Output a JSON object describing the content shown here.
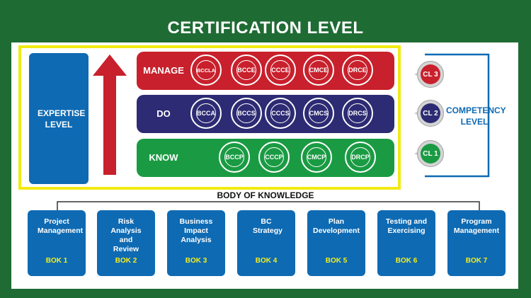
{
  "title": "CERTIFICATION LEVEL",
  "expertise_label": "EXPERTISE LEVEL",
  "competency_label": "COMPETENCY LEVEL",
  "body_of_knowledge_label": "BODY OF KNOWLEDGE",
  "colors": {
    "background_green": "#1f6b34",
    "manage_red": "#c8202c",
    "do_navy": "#2d2b73",
    "know_green": "#1a9b43",
    "blue": "#0e6ab3",
    "highlight_yellow": "#f2ea12",
    "bok_code_yellow": "#f6ee1a"
  },
  "bands": [
    {
      "label": "MANAGE",
      "certs": [
        "BCCLA",
        "BCCE",
        "CCCE",
        "CMCE",
        "DRCE"
      ]
    },
    {
      "label": "DO",
      "certs": [
        "BCCA",
        "BCCS",
        "CCCS",
        "CMCS",
        "DRCS"
      ]
    },
    {
      "label": "KNOW",
      "certs": [
        "BCCP",
        "CCCP",
        "CMCP",
        "DRCP"
      ]
    }
  ],
  "competency_levels": [
    "CL 3",
    "CL 2",
    "CL 1"
  ],
  "bok": [
    {
      "name": "Project Management",
      "code": "BOK 1"
    },
    {
      "name": "Risk Analysis and Review",
      "code": "BOK 2"
    },
    {
      "name": "Business Impact Analysis",
      "code": "BOK 3"
    },
    {
      "name": "BC Strategy",
      "code": "BOK 4"
    },
    {
      "name": "Plan Development",
      "code": "BOK 5"
    },
    {
      "name": "Testing and Exercising",
      "code": "BOK 6"
    },
    {
      "name": "Program Management",
      "code": "BOK 7"
    }
  ]
}
